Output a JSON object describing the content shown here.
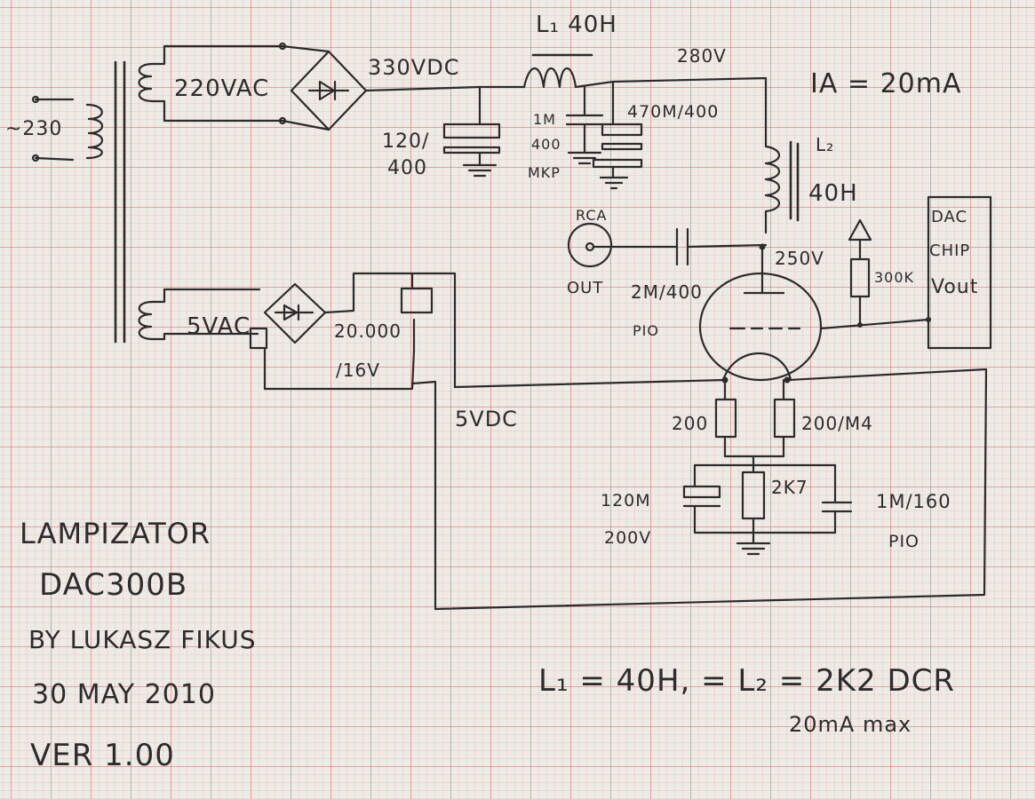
{
  "labels": {
    "mains_in": "~230",
    "sec_220": "220VAC",
    "dc_330": "330VDC",
    "choke_l1": "L₁ 40H",
    "v_280": "280V",
    "ia": "IA = 20mA",
    "cap_120_a": "120/",
    "cap_120_b": "400",
    "cap_1m_a": "1M",
    "cap_1m_b": "400",
    "cap_1m_c": "MKP",
    "cap_470": "470M/400",
    "choke_l2_name": "L₂",
    "choke_l2_val": "40H",
    "rca": "RCA",
    "out": "OUT",
    "v_250": "250V",
    "cap_2m_a": "2M/400",
    "cap_2m_b": "PIO",
    "res_300k": "300K",
    "dac_a": "DAC",
    "dac_b": "CHIP",
    "dac_c": "Vout",
    "sec_5": "5VAC",
    "cap_20000_a": "20.000",
    "cap_20000_b": "/16V",
    "dc_5": "5VDC",
    "res_200_a": "200",
    "res_200_b": "200/M4",
    "cap_120m_a": "120M",
    "cap_120m_b": "200V",
    "res_2k7": "2K7",
    "cap_1m160_a": "1M/160",
    "cap_1m160_b": "PIO",
    "title_1": "LAMPIZATOR",
    "title_2": "DAC300B",
    "title_3": "BY LUKASZ FIKUS",
    "title_4": "30 MAY 2010",
    "title_5": "VER 1.00",
    "note_1": "L₁ = 40H, = L₂ = 2K2 DCR",
    "note_2": "20mA max"
  }
}
